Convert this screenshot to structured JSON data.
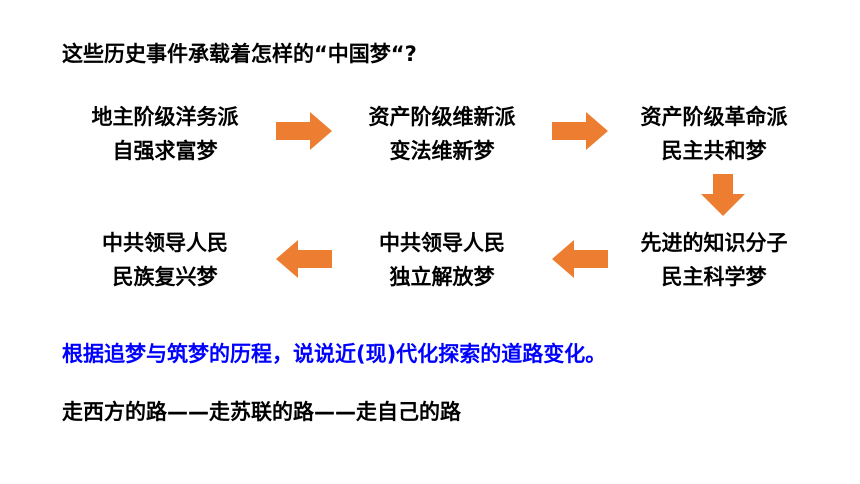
{
  "title": "这些历史事件承载着怎样的“中国梦“?",
  "nodes": [
    {
      "line1": "地主阶级洋务派",
      "line2": "自强求富梦"
    },
    {
      "line1": "资产阶级维新派",
      "line2": "变法维新梦"
    },
    {
      "line1": "资产阶级革命派",
      "line2": "民主共和梦"
    },
    {
      "line1": "先进的知识分子",
      "line2": "民主科学梦"
    },
    {
      "line1": "中共领导人民",
      "line2": "独立解放梦"
    },
    {
      "line1": "中共领导人民",
      "line2": "民族复兴梦"
    }
  ],
  "colors": {
    "arrow": "#ED7D31",
    "question": "#0000FF",
    "text": "#000000"
  },
  "question": "根据追梦与筑梦的历程，说说近(现)代化探索的道路变化。",
  "answer": "走西方的路——走苏联的路——走自己的路"
}
